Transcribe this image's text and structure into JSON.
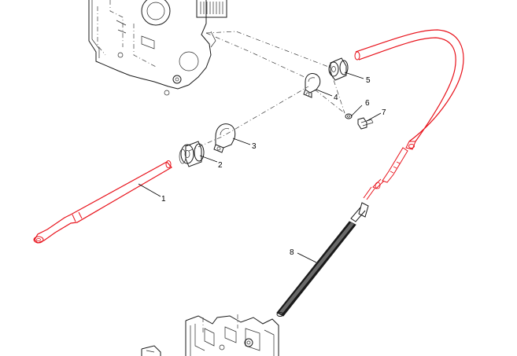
{
  "diagram": {
    "highlight_color": "#e8121b",
    "ink_color": "#1a1a1a",
    "background_color": "#ffffff",
    "callouts": [
      {
        "id": "1",
        "label": "1"
      },
      {
        "id": "2",
        "label": "2"
      },
      {
        "id": "3",
        "label": "3"
      },
      {
        "id": "4",
        "label": "4"
      },
      {
        "id": "5",
        "label": "5"
      },
      {
        "id": "6",
        "label": "6"
      },
      {
        "id": "7",
        "label": "7"
      },
      {
        "id": "8",
        "label": "8"
      }
    ]
  }
}
